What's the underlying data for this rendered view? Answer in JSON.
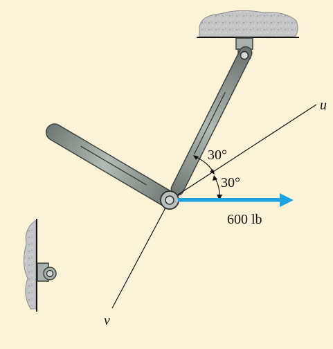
{
  "diagram": {
    "labels": {
      "u_axis": "u",
      "v_axis": "v",
      "angle_upper": "30°",
      "angle_lower": "30°",
      "force": "600 lb"
    },
    "colors": {
      "background": "#fbf3d8",
      "member_fill": "#9aa39c",
      "member_stroke": "#3d4340",
      "support": "#b9bbbd",
      "force_arrow": "#1ea3e0",
      "line": "#111111"
    }
  }
}
